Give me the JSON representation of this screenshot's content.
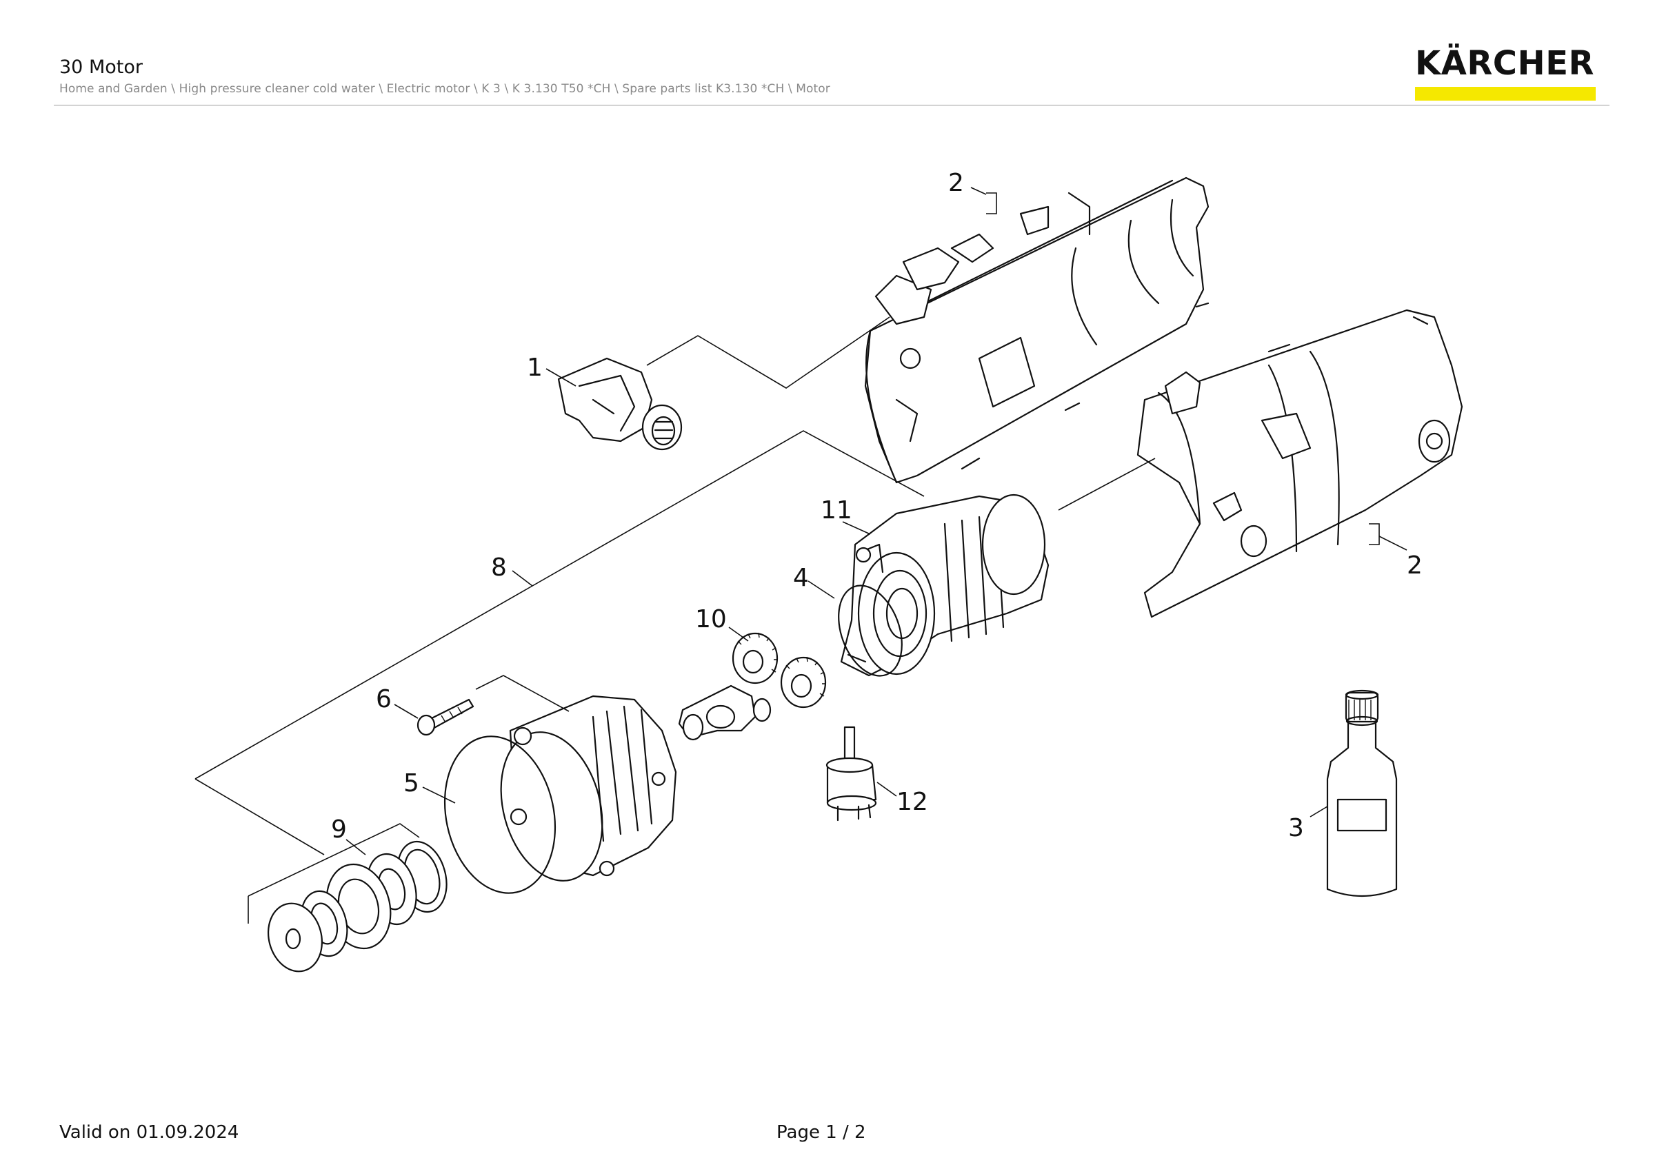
{
  "header": {
    "title": "30 Motor",
    "breadcrumb": "Home and Garden \\ High pressure cleaner cold water \\ Electric motor \\ K 3 \\ K 3.130 T50 *CH \\ Spare parts list K3.130 *CH \\ Motor",
    "logo_text": "KÄRCHER",
    "logo_accent_color": "#f5e800"
  },
  "diagram": {
    "callouts": [
      "1",
      "2",
      "2",
      "3",
      "4",
      "5",
      "6",
      "8",
      "9",
      "10",
      "11",
      "12"
    ]
  },
  "footer": {
    "valid_text": "Valid on 01.09.2024",
    "page_text": "Page 1 / 2"
  }
}
